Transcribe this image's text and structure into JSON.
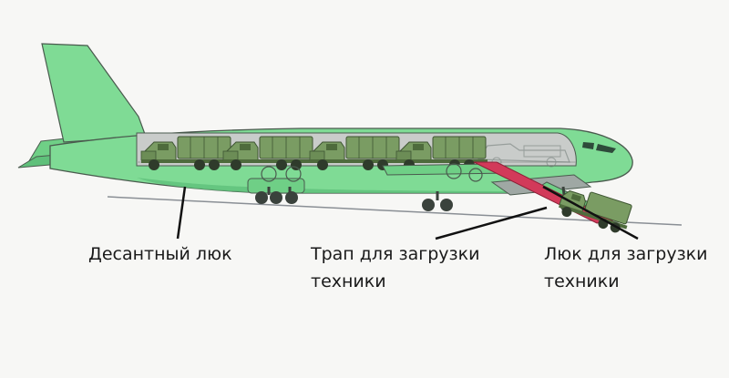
{
  "labels": {
    "hatch": "Десантный люк",
    "ramp_line1": "Трап для загрузки",
    "ramp_line2": "техники",
    "cargo_hatch_line1": "Люк для загрузки",
    "cargo_hatch_line2": "техники"
  },
  "colors": {
    "fuselage": "#7fdb95",
    "fuselage_shadow": "#5fc07a",
    "cabin": "#c9ccca",
    "truck": "#7a9c63",
    "truck_dark": "#4e6b3c",
    "ramp": "#d23a5a",
    "ground": "#8a8f95",
    "outline": "#4a5a4e"
  }
}
